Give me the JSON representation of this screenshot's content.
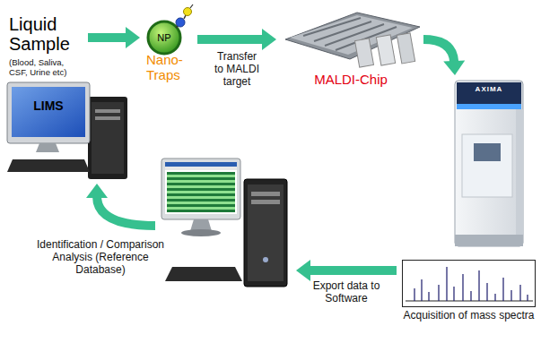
{
  "diagram": {
    "nodes": [
      {
        "text": [
          "Liquid Sample",
          "(Blood, Saliva, CSF, Urine etc)"
        ]
      },
      {
        "text": [
          "NP",
          "Nano-Traps"
        ]
      },
      {
        "text": [
          "MALDI-Chip"
        ]
      },
      {
        "text": [
          "AXIMA"
        ]
      },
      {
        "text": [
          "Acquisition of mass spectra"
        ]
      },
      {
        "text": []
      },
      {
        "text": [
          "LIMS"
        ]
      }
    ],
    "edges": [
      {
        "from": 0,
        "to": 1,
        "arrow": "to"
      },
      {
        "from": 1,
        "to": 2,
        "arrow": "to",
        "label": "Transfer to MALDI target"
      },
      {
        "from": 2,
        "to": 3,
        "arrow": "to"
      },
      {
        "from": 4,
        "to": 5,
        "arrow": "to",
        "label": "Export data to Software"
      },
      {
        "from": 5,
        "to": 6,
        "arrow": "to",
        "label": "Identification / Comparison Analysis (Reference Database)"
      }
    ]
  }
}
